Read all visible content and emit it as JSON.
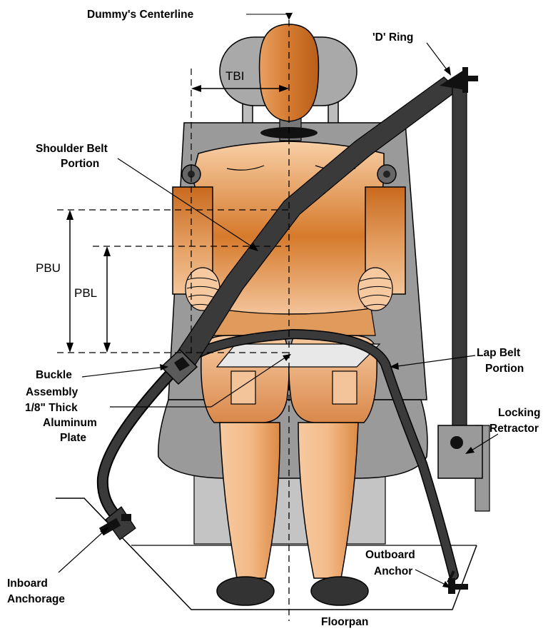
{
  "labels": {
    "centerline": "Dummy's Centerline",
    "d_ring": "'D' Ring",
    "tbi": "TBI",
    "shoulder_belt_1": "Shoulder Belt",
    "shoulder_belt_2": "Portion",
    "pbu": "PBU",
    "pbl": "PBL",
    "buckle_1": "Buckle",
    "buckle_2": "Assembly",
    "plate_1": "1/8\" Thick",
    "plate_2": "Aluminum",
    "plate_3": "Plate",
    "lap_belt_1": "Lap Belt",
    "lap_belt_2": "Portion",
    "retractor_1": "Locking",
    "retractor_2": "Retractor",
    "outboard_1": "Outboard",
    "outboard_2": "Anchor",
    "inboard_1": "Inboard",
    "inboard_2": "Anchorage",
    "floorpan": "Floorpan"
  },
  "colors": {
    "seat": "#9a9a9a",
    "seat_light": "#c4c4c4",
    "skin_light": "#f6c9a0",
    "skin_dark": "#c96a1e",
    "belt": "#3a3a3a",
    "foot": "#333333"
  }
}
